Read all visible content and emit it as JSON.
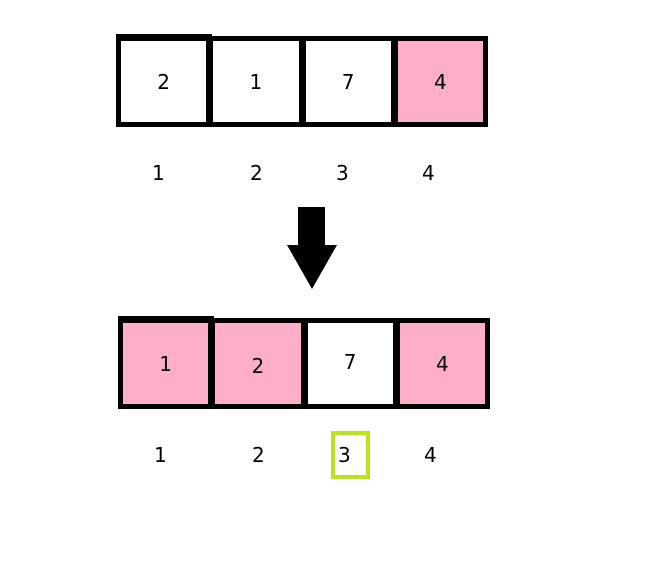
{
  "before": {
    "cells": [
      {
        "value": "2",
        "highlighted": false
      },
      {
        "value": "1",
        "highlighted": false
      },
      {
        "value": "7",
        "highlighted": false
      },
      {
        "value": "4",
        "highlighted": true
      }
    ],
    "indices": [
      "1",
      "2",
      "3",
      "4"
    ]
  },
  "arrow": {
    "icon": "down-arrow-icon",
    "color": "#000000"
  },
  "after": {
    "cells": [
      {
        "value": "1",
        "highlighted": true
      },
      {
        "value": "2",
        "highlighted": true
      },
      {
        "value": "7",
        "highlighted": false
      },
      {
        "value": "4",
        "highlighted": true
      }
    ],
    "indices": [
      "1",
      "2",
      "3",
      "4"
    ],
    "marked_index": "3"
  },
  "colors": {
    "highlight": "#ffaec9",
    "marker": "#b5e61d",
    "border": "#000000"
  }
}
